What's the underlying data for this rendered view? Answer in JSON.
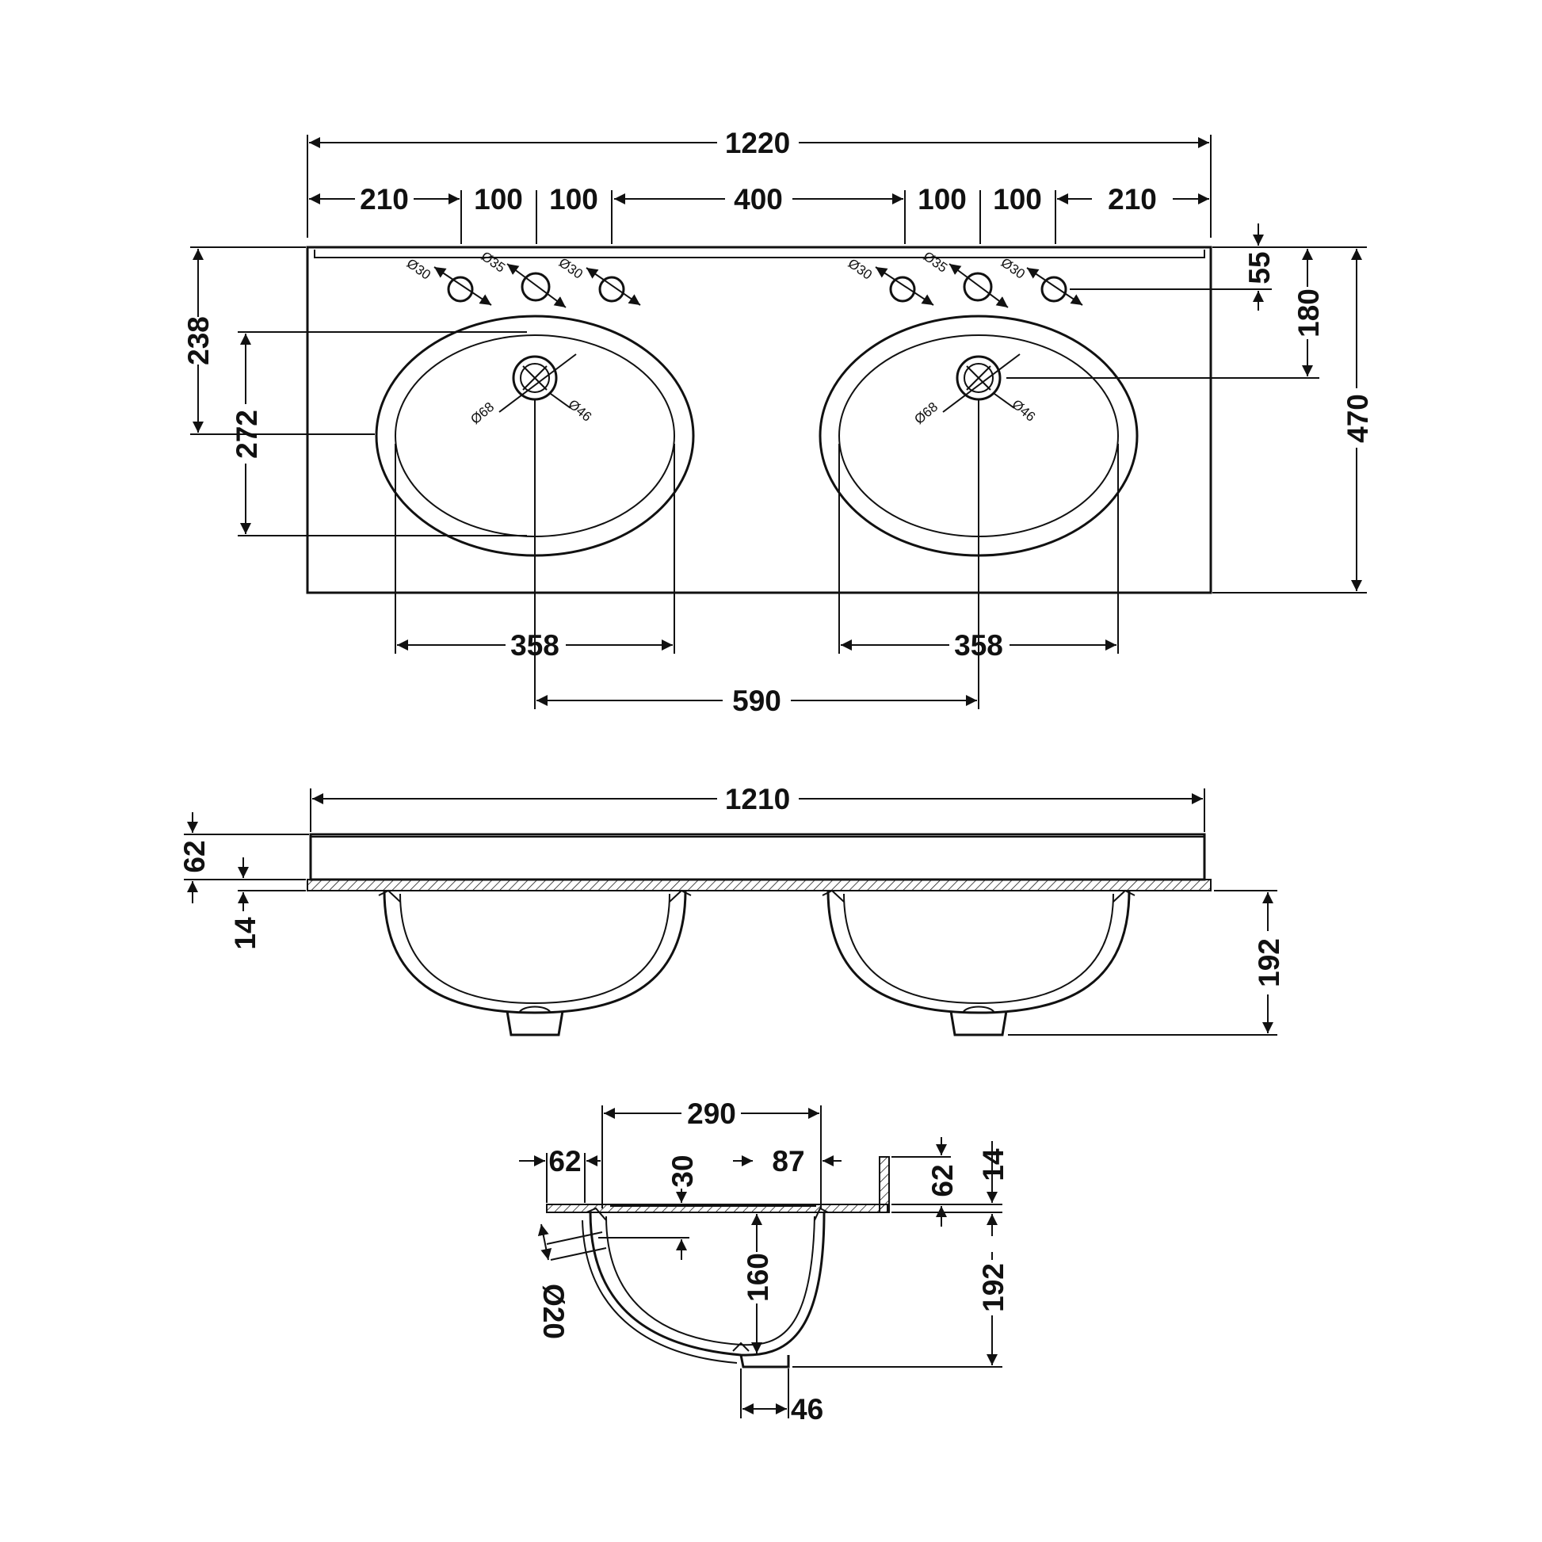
{
  "plan_view": {
    "overall_width": "1220",
    "tap_spacing": [
      "210",
      "100",
      "100",
      "400",
      "100",
      "100",
      "210"
    ],
    "overall_depth": "470",
    "back_to_tap": "55",
    "back_to_waste": "180",
    "back_to_bowl_front": "238",
    "bowl_depth": "272",
    "bowl_width_left": "358",
    "bowl_width_right": "358",
    "bowl_centres": "590",
    "tap_hole_labels": [
      "Ø30",
      "Ø35",
      "Ø30"
    ],
    "waste_labels": [
      "Ø68",
      "Ø46"
    ]
  },
  "front_view": {
    "overall_width": "1210",
    "upstand_height": "62",
    "deck_thickness": "14",
    "bowl_height": "192"
  },
  "section_view": {
    "width_290": "290",
    "upstand_62": "62",
    "offset_87": "87",
    "depth_30": "30",
    "depth_160": "160",
    "overflow": "Ø20",
    "waste_46": "46",
    "height_192": "192",
    "right_62": "62",
    "right_14": "14"
  }
}
